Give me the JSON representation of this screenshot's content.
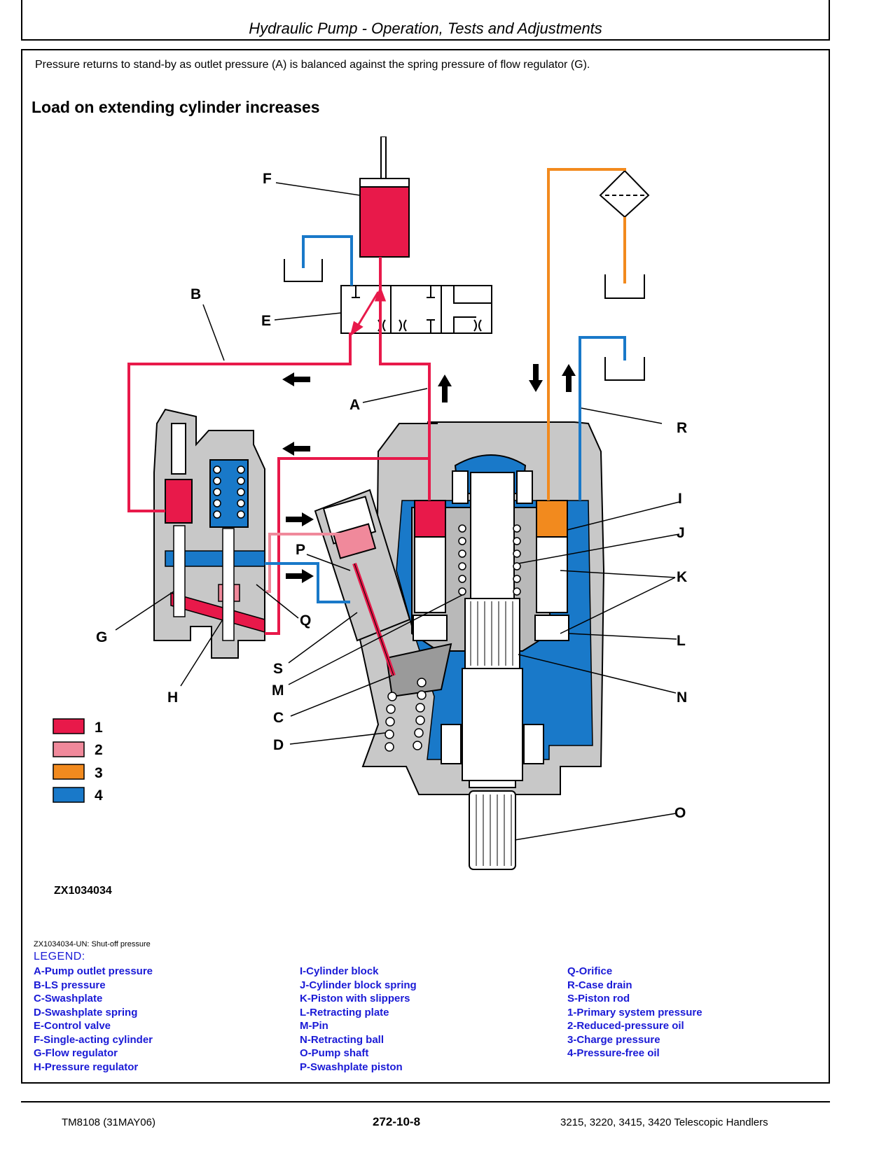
{
  "header": {
    "title": "Hydraulic Pump - Operation, Tests and Adjustments"
  },
  "intro_text": "Pressure returns to stand-by as outlet pressure (A) is balanced against the spring pressure of flow regulator (G).",
  "subheading": "Load on extending cylinder increases",
  "figure": {
    "id": "ZX1034034",
    "caption": "ZX1034034-UN: Shut-off pressure",
    "callouts": {
      "A": "A",
      "B": "B",
      "C": "C",
      "D": "D",
      "E": "E",
      "F": "F",
      "G": "G",
      "H": "H",
      "I": "I",
      "J": "J",
      "K": "K",
      "L": "L",
      "M": "M",
      "N": "N",
      "O": "O",
      "P": "P",
      "Q": "Q",
      "R": "R",
      "S": "S"
    },
    "color_key": [
      {
        "num": "1",
        "color": "#e8194a"
      },
      {
        "num": "2",
        "color": "#f0899b"
      },
      {
        "num": "3",
        "color": "#f28a1e"
      },
      {
        "num": "4",
        "color": "#1979c9"
      }
    ],
    "colors": {
      "housing": "#c8c8c8",
      "pressure_free": "#1979c9",
      "primary": "#e8194a",
      "reduced": "#f0899b",
      "charge": "#f28a1e"
    }
  },
  "legend": {
    "heading": "LEGEND:",
    "col1": [
      "A-Pump outlet pressure",
      "B-LS pressure",
      "C-Swashplate",
      "D-Swashplate spring",
      "E-Control valve",
      "F-Single-acting cylinder",
      "G-Flow regulator",
      "H-Pressure regulator"
    ],
    "col2": [
      "I-Cylinder block",
      "J-Cylinder block spring",
      "K-Piston with slippers",
      "L-Retracting plate",
      "M-Pin",
      "N-Retracting ball",
      "O-Pump shaft",
      "P-Swashplate piston"
    ],
    "col3": [
      "Q-Orifice",
      "R-Case drain",
      "S-Piston rod",
      "1-Primary system pressure",
      "2-Reduced-pressure oil",
      "3-Charge pressure",
      "4-Pressure-free oil"
    ]
  },
  "footer": {
    "left": "TM8108 (31MAY06)",
    "center": "272-10-8",
    "right": "3215, 3220, 3415, 3420 Telescopic Handlers"
  }
}
